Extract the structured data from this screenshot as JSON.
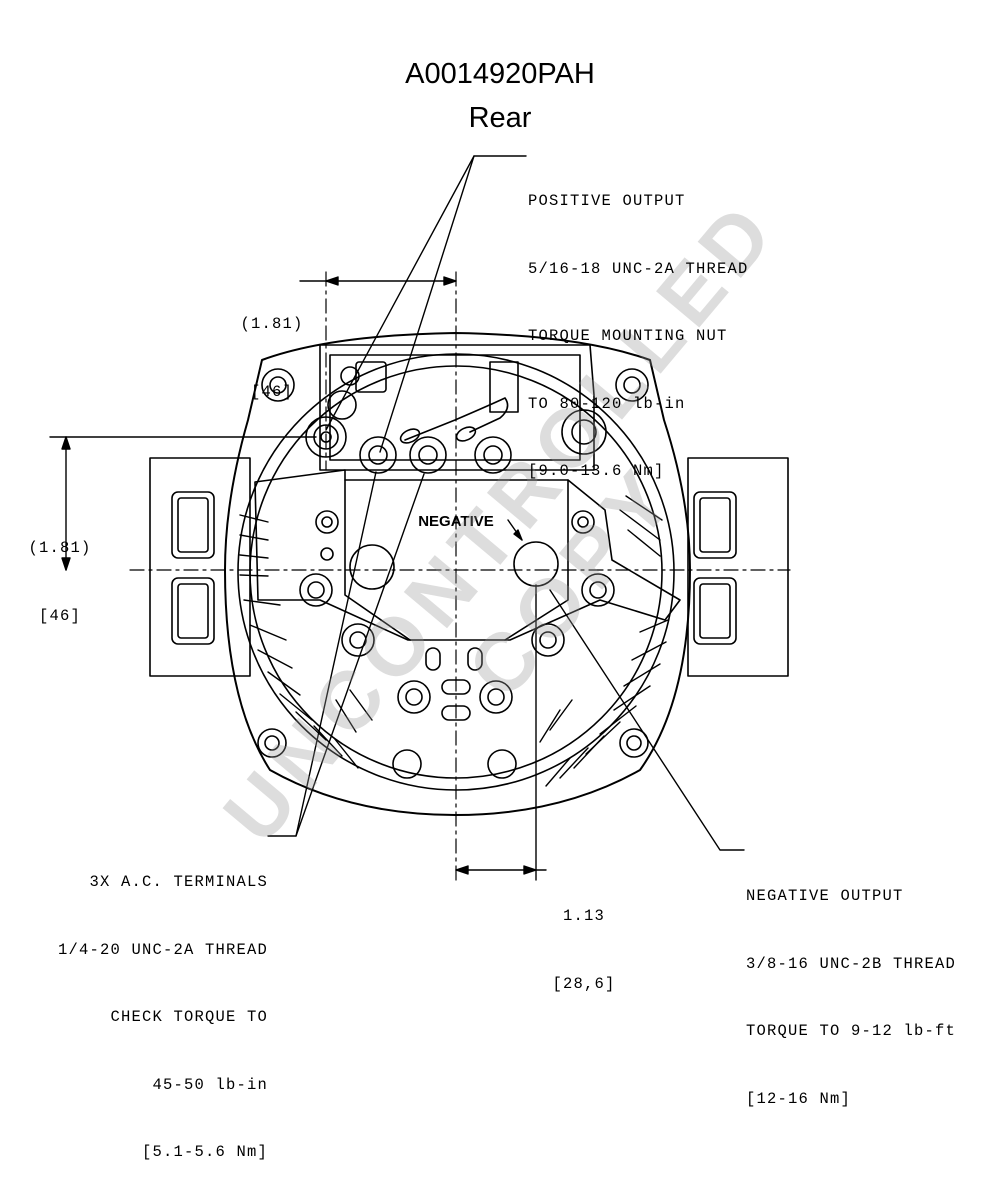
{
  "title": "A0014920PAH",
  "view": "Rear",
  "watermark": "UNCONTROLLED COPY",
  "labels": {
    "negative_tag": "NEGATIVE"
  },
  "callouts": {
    "positive_output": [
      "POSITIVE OUTPUT",
      "5/16-18 UNC-2A THREAD",
      "TORQUE MOUNTING NUT",
      "TO 80-120 lb-in",
      "[9.0-13.6 Nm]"
    ],
    "ac_terminals": [
      "3X A.C. TERMINALS",
      "1/4-20 UNC-2A THREAD",
      "CHECK TORQUE TO",
      "45-50 lb-in",
      "[5.1-5.6 Nm]"
    ],
    "negative_output": [
      "NEGATIVE OUTPUT",
      "3/8-16 UNC-2B THREAD",
      "TORQUE TO 9-12 lb-ft",
      "[12-16 Nm]"
    ]
  },
  "dimensions": {
    "top_horizontal": [
      "(1.81)",
      "[46]"
    ],
    "left_vertical": [
      "(1.81)",
      "[46]"
    ],
    "bottom_horizontal": [
      "1.13",
      "[28,6]"
    ]
  }
}
